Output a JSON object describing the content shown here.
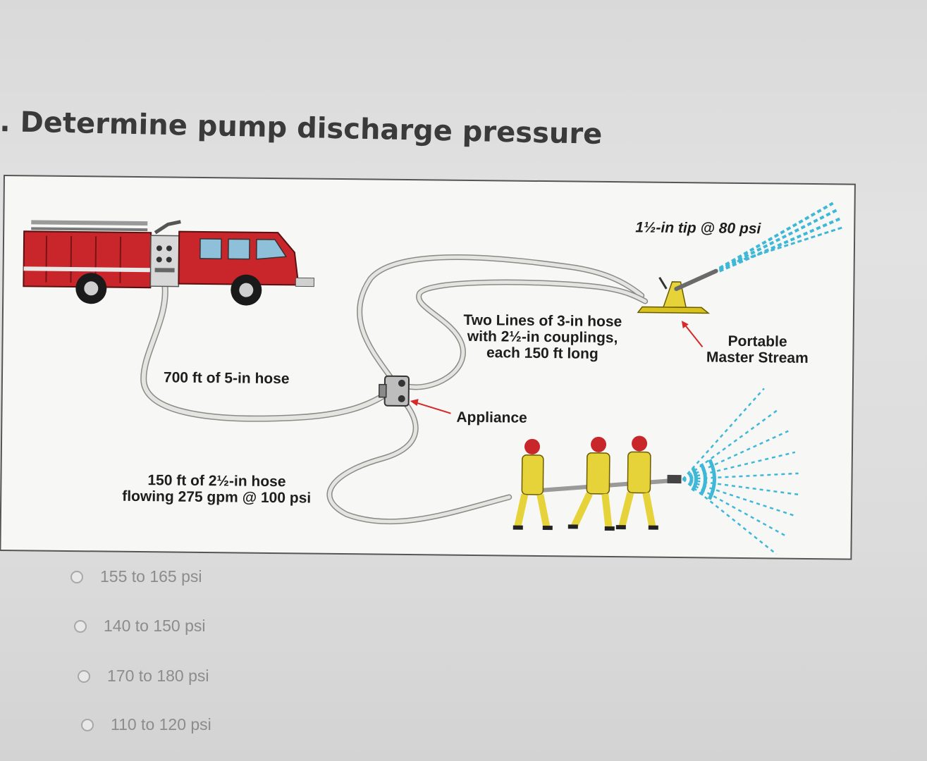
{
  "question": {
    "title": ". Determine pump discharge pressure"
  },
  "figure": {
    "labels": {
      "tip": "1½-in tip @ 80 psi",
      "lines_line1": "Two Lines of 3-in hose",
      "lines_line2": "with 2½-in couplings,",
      "lines_line3": "each 150 ft long",
      "master_line1": "Portable",
      "master_line2": "Master Stream",
      "supply_hose": "700 ft of 5-in hose",
      "appliance": "Appliance",
      "handline_line1": "150 ft of 2½-in hose",
      "handline_line2": "flowing 275 gpm @ 100 psi"
    },
    "colors": {
      "engine_red": "#c8262a",
      "hose": "#d8d8d4",
      "turnout_gear": "#e6d33a",
      "helmet": "#c8262a",
      "water_spray": "#3fb8d8",
      "arrow": "#d62a2a"
    }
  },
  "options": [
    {
      "label": "155 to 165 psi"
    },
    {
      "label": "140  to 150 psi"
    },
    {
      "label": "170 to 180 psi"
    },
    {
      "label": "110 to 120 psi"
    }
  ]
}
